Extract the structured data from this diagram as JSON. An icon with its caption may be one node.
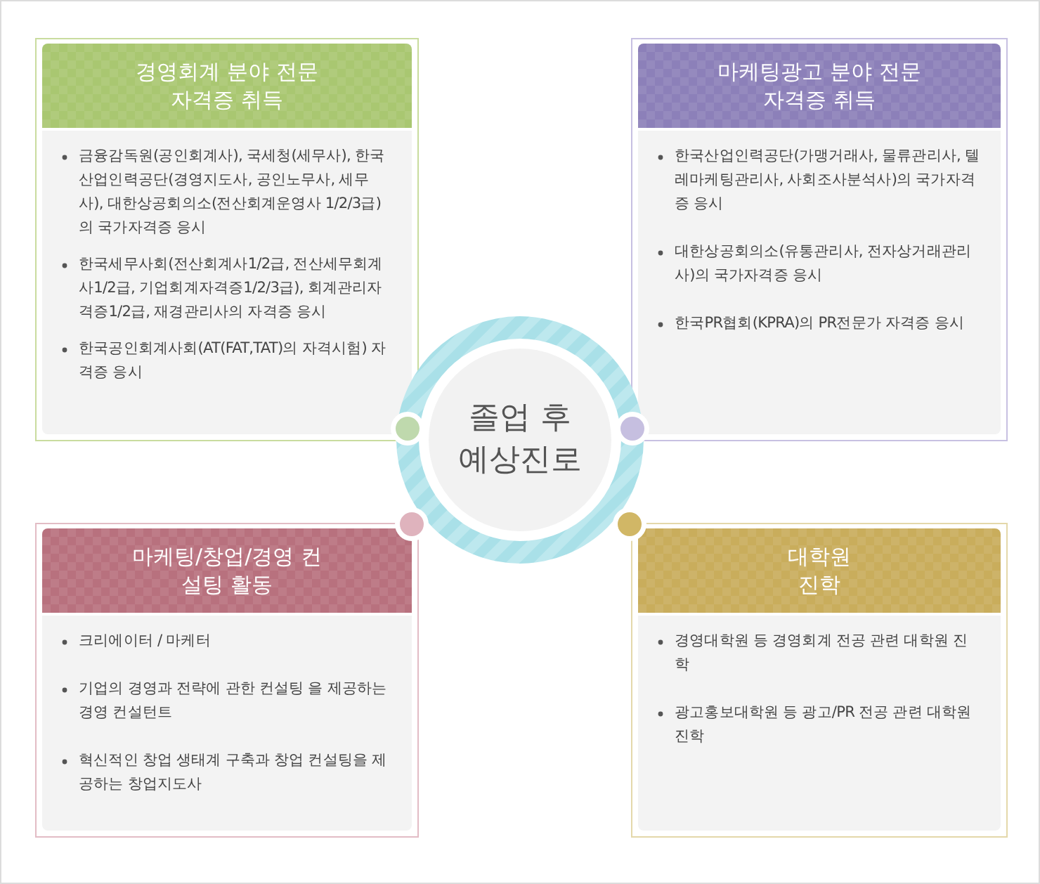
{
  "diagram": {
    "nodes": [
      {
        "text": [
          "졸업 후 예상진로"
        ]
      },
      {
        "text": [
          "경영회계 분야 전문 자격증 취득",
          "금융감독원(공인회계사), 국세청(세무사), 한국산업인력공단(경영지도사, 공인노무사, 세무사), 대한상공회의소(전산회계운영사 1/2/3급)의 국가자격증 응시",
          "한국세무사회(전산회계사1/2급, 전산세무회계사1/2급, 기업회계자격증1/2/3급), 회계관리자격증1/2급, 재경관리사의 자격증 응시",
          "한국공인회계사회(AT(FAT,TAT)의 자격시험) 자격증 응시"
        ]
      },
      {
        "text": [
          "마케팅광고 분야 전문 자격증 취득",
          "한국산업인력공단(가맹거래사, 물류관리사, 텔레마케팅관리사, 사회조사분석사)의 국가자격증 응시",
          "대한상공회의소(유통관리사, 전자상거래관리사)의 국가자격증 응시",
          "한국PR협회(KPRA)의 PR전문가 자격증 응시"
        ]
      },
      {
        "text": [
          "마케팅/창업/경영 컨설팅 활동",
          "크리에이터 / 마케터",
          "기업의 경영과 전략에 관한 컨설팅 을 제공하는 경영 컨설턴트",
          "혁신적인 창업 생태계 구축과 창업 컨설팅을 제공하는 창업지도사"
        ]
      },
      {
        "text": [
          "대학원 진학",
          "경영대학원 등 경영회계 전공 관련 대학원 진학",
          "광고홍보대학원 등 광고/PR 전공 관련 대학원 진학"
        ]
      }
    ]
  }
}
